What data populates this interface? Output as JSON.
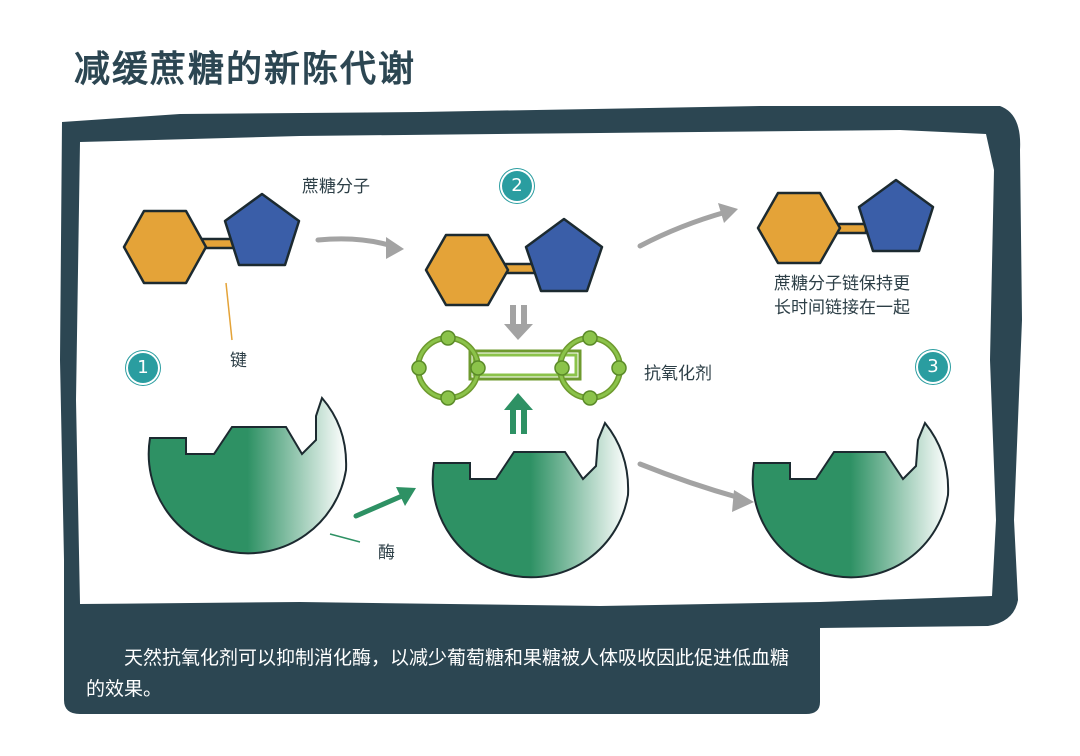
{
  "title": "减缓蔗糖的新陈代谢",
  "labels": {
    "sucrose": "蔗糖分子",
    "bond": "键",
    "antioxidant": "抗氧化剂",
    "enzyme": "酶",
    "result": "蔗糖分子链保持更长时间链接在一起"
  },
  "steps": [
    "1",
    "2",
    "3"
  ],
  "caption": "天然抗氧化剂可以抑制消化酶，以减少葡萄糖和果糖被人体吸收因此促进低血糖的效果。",
  "colors": {
    "frame": "#2c4652",
    "hexagon": "#e4a338",
    "pentagon": "#3a5ea8",
    "enzyme": "#2e9164",
    "antioxidant": "#8bc34a",
    "badge": "#2a9da0",
    "arrow_gray": "#a3a3a3",
    "arrow_green": "#2e9164"
  }
}
